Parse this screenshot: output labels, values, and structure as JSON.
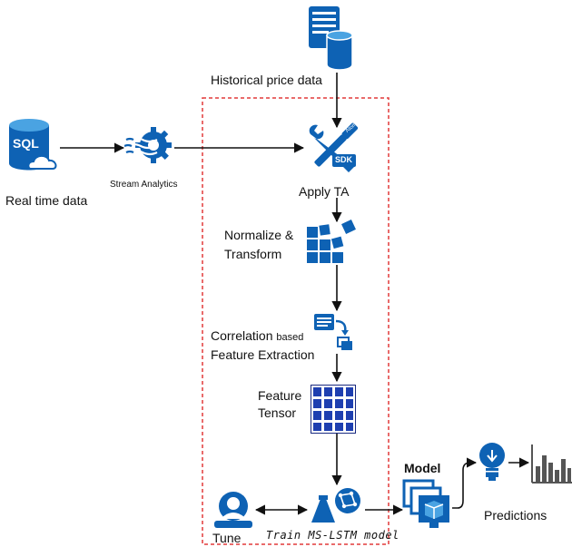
{
  "labels": {
    "historical": "Historical price data",
    "realtime": "Real time data",
    "stream": "Stream Analytics",
    "apply_ta": "Apply TA",
    "normalize_1": "Normalize &",
    "normalize_2": "Transform",
    "corr_1a": "Correlation ",
    "corr_1b": "based",
    "corr_2": "Feature Extraction",
    "feature_1": "Feature",
    "feature_2": "Tensor",
    "model": "Model",
    "tune": "Tune",
    "train": "Train MS-LSTM model",
    "predictions": "Predictions"
  },
  "icons": {
    "sql_text": "SQL",
    "sdk_text": "SDK",
    "atom_text": "Atom"
  },
  "colors": {
    "azure": "#0e62b4",
    "azure_light": "#4aa3e2",
    "dashed_box": "#e23a3a",
    "arrow": "#111111",
    "bars": "#555555"
  }
}
